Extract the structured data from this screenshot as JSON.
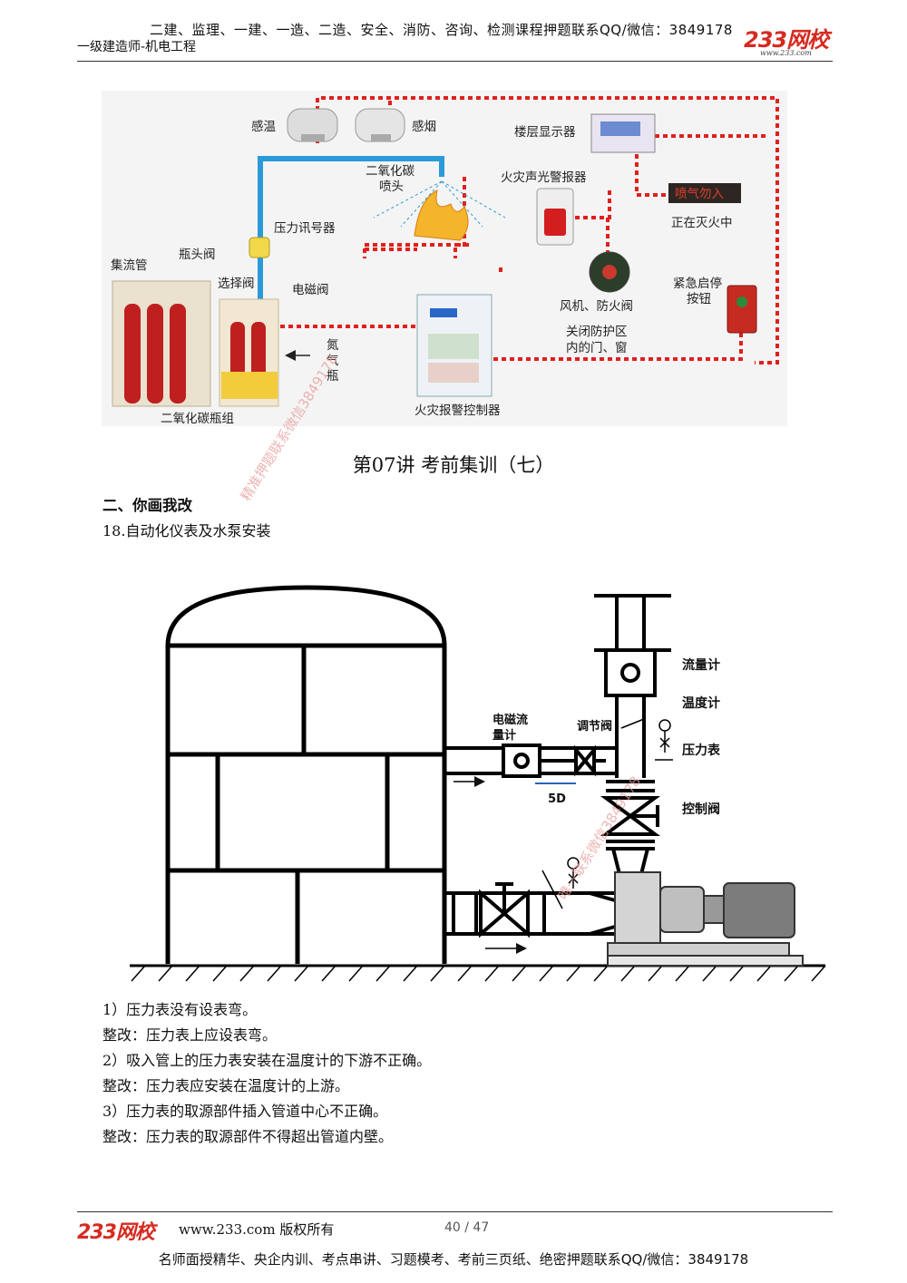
{
  "header": {
    "ad_text": "二建、监理、一建、一造、二造、安全、消防、咨询、检测课程押题联系QQ/微信：3849178",
    "subtitle": "一级建造师-机电工程",
    "logo": "233网校",
    "logo_url": "www.233.com"
  },
  "figure1": {
    "labels": {
      "heat": "感温",
      "smoke": "感烟",
      "floor_display": "楼层显示器",
      "co2_nozzle_1": "二氧化碳",
      "co2_nozzle_2": "喷头",
      "alarm": "火灾声光警报器",
      "pressure_switch": "压力讯号器",
      "extinguishing": "正在灭火中",
      "lit_sign": "喷气勿入",
      "manifold": "集流管",
      "bottle_valve": "瓶头阀",
      "selector_valve": "选择阀",
      "solenoid": "电磁阀",
      "fan": "风机、防火阀",
      "emergency_1": "紧急启停",
      "emergency_2": "按钮",
      "close_1": "关闭防护区",
      "close_2": "内的门、窗",
      "nitrogen": "氮气瓶",
      "bottle_group": "二氧化碳瓶组",
      "controller": "火灾报警控制器"
    }
  },
  "lecture_title": "第07讲  考前集训（七）",
  "section": "二、你画我改",
  "item": "18.自动化仪表及水泵安装",
  "figure2": {
    "labels": {
      "flowmeter": "流量计",
      "thermometer": "温度计",
      "em_flow_1": "电磁流",
      "em_flow_2": "量计",
      "reg_valve": "调节阀",
      "pressure_gauge": "压力表",
      "dist": "5D",
      "control_valve": "控制阀"
    }
  },
  "answers": [
    "1）压力表没有设表弯。",
    "整改：压力表上应设表弯。",
    "2）吸入管上的压力表安装在温度计的下游不正确。",
    "整改：压力表应安装在温度计的上游。",
    "3）压力表的取源部件插入管道中心不正确。",
    "整改：压力表的取源部件不得超出管道内壁。"
  ],
  "watermarks": [
    "精准押题联系微信3849178",
    "唯一联系微信3849178"
  ],
  "footer": {
    "logo": "233网校",
    "copyright": "www.233.com 版权所有",
    "page": "40 / 47",
    "ad_text": "名师面授精华、央企内训、考点串讲、习题模考、考前三页纸、绝密押题联系QQ/微信：3849178"
  },
  "colors": {
    "brand": "#d62a20",
    "signal_line": "#e0201c",
    "pipe": "#2a9ad8"
  }
}
